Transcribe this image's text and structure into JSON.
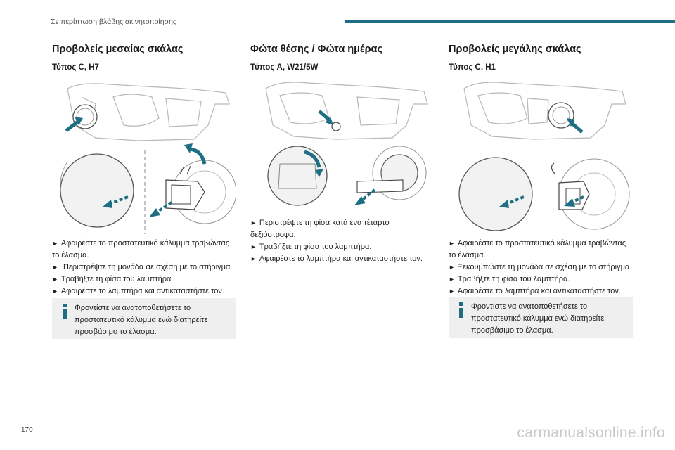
{
  "header": {
    "section_title": "Σε περίπτωση βλάβης ακινητοποίησης",
    "accent_color": "#1f6f84"
  },
  "page_number": "170",
  "watermark": "carmanualsonline.info",
  "columns": [
    {
      "title": "Προβολείς μεσαίας σκάλας",
      "type": "Τύπος C, H7",
      "steps": [
        "Αφαιρέστε το προστατευτικό κάλυμμα τραβώντας το έλασμα.",
        " Περιστρέψτε τη μονάδα σε σχέση με το στήριγμα.",
        "Τραβήξτε τη φίσα του λαμπτήρα.",
        "Αφαιρέστε το λαμπτήρα και αντικαταστήστε τον."
      ],
      "info": "Φροντίστε να ανατοποθετήσετε το προστατευτικό κάλυμμα ενώ διατηρείτε προσβάσιμο το έλασμα."
    },
    {
      "title": "Φώτα θέσης / Φώτα ημέρας",
      "type": "Τύπος A, W21/5W",
      "steps": [
        "Περιστρέψτε τη φίσα κατά ένα τέταρτο δεξιόστροφα.",
        "Τραβήξτε τη φίσα του λαμπτήρα.",
        "Αφαιρέστε το λαμπτήρα και αντικαταστήστε τον."
      ]
    },
    {
      "title": "Προβολείς μεγάλης σκάλας",
      "type": "Τύπος C, H1",
      "steps": [
        "Αφαιρέστε το προστατευτικό κάλυμμα τραβώντας το έλασμα.",
        "Ξεκουμπώστε τη μονάδα σε σχέση με το στήριγμα.",
        "Τραβήξτε τη φίσα του λαμπτήρα.",
        "Αφαιρέστε το λαμπτήρα και αντικαταστήστε τον."
      ],
      "info": "Φροντίστε να ανατοποθετήσετε το προστατευτικό κάλυμμα ενώ διατηρείτε προσβάσιμο το έλασμα."
    }
  ],
  "bullet_glyph": "►",
  "icons": {
    "info": "info-icon",
    "arrow": "arrow-icon"
  }
}
